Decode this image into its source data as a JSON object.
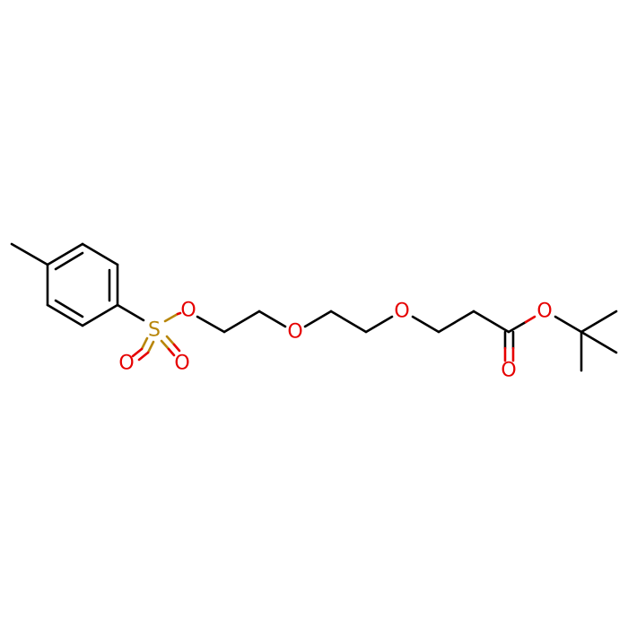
{
  "colors": {
    "background": "#ffffff",
    "bond": "#000000",
    "oxygen": "#e60000",
    "sulfur": "#b8860b"
  },
  "atom_labels": {
    "sulfonyl_s": "S",
    "sulfonyl_o1": "O",
    "sulfonyl_o2": "O",
    "ester_o_tosyl": "O",
    "ether_o1": "O",
    "ether_o2": "O",
    "ester_o_tbu": "O",
    "carbonyl_o": "O"
  }
}
